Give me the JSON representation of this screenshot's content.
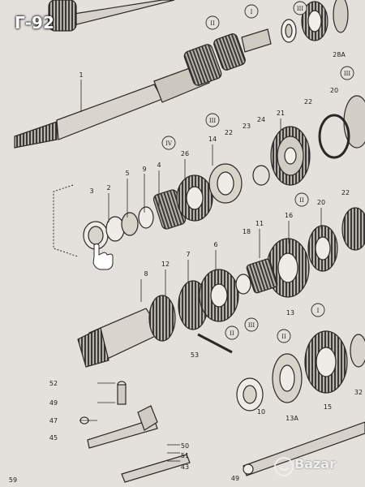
{
  "badge": {
    "label": "Г-92",
    "color": "#ffffff"
  },
  "watermark": {
    "text": "Bazar"
  },
  "callouts": [
    {
      "id": "c-1",
      "text": "1"
    },
    {
      "id": "c-2",
      "text": "2"
    },
    {
      "id": "c-3",
      "text": "3"
    },
    {
      "id": "c-4",
      "text": "4"
    },
    {
      "id": "c-5",
      "text": "5"
    },
    {
      "id": "c-9",
      "text": "9"
    },
    {
      "id": "c-6",
      "text": "6"
    },
    {
      "id": "c-7",
      "text": "7"
    },
    {
      "id": "c-8",
      "text": "8"
    },
    {
      "id": "c-10",
      "text": "10"
    },
    {
      "id": "c-11",
      "text": "11"
    },
    {
      "id": "c-12",
      "text": "12"
    },
    {
      "id": "c-13",
      "text": "13"
    },
    {
      "id": "c-13a",
      "text": "13A"
    },
    {
      "id": "c-14",
      "text": "14"
    },
    {
      "id": "c-15",
      "text": "15"
    },
    {
      "id": "c-16",
      "text": "16"
    },
    {
      "id": "c-18",
      "text": "18"
    },
    {
      "id": "c-20a",
      "text": "20"
    },
    {
      "id": "c-20b",
      "text": "20"
    },
    {
      "id": "c-21",
      "text": "21"
    },
    {
      "id": "c-22a",
      "text": "22"
    },
    {
      "id": "c-22b",
      "text": "22"
    },
    {
      "id": "c-22c",
      "text": "22"
    },
    {
      "id": "c-23",
      "text": "23"
    },
    {
      "id": "c-24",
      "text": "24"
    },
    {
      "id": "c-26",
      "text": "26"
    },
    {
      "id": "c-28a",
      "text": "28A"
    },
    {
      "id": "c-32",
      "text": "32"
    },
    {
      "id": "c-43",
      "text": "43"
    },
    {
      "id": "c-45",
      "text": "45"
    },
    {
      "id": "c-47",
      "text": "47"
    },
    {
      "id": "c-49a",
      "text": "49"
    },
    {
      "id": "c-49b",
      "text": "49"
    },
    {
      "id": "c-50",
      "text": "50"
    },
    {
      "id": "c-51",
      "text": "51"
    },
    {
      "id": "c-52",
      "text": "52"
    },
    {
      "id": "c-53",
      "text": "53"
    },
    {
      "id": "c-59",
      "text": "59"
    }
  ],
  "roman_marks": [
    {
      "id": "r-t1",
      "text": "II"
    },
    {
      "id": "r-t2",
      "text": "I"
    },
    {
      "id": "r-t3",
      "text": "III"
    },
    {
      "id": "r-r1",
      "text": "III"
    },
    {
      "id": "r-m1",
      "text": "IV"
    },
    {
      "id": "r-m2",
      "text": "III"
    },
    {
      "id": "r-m3",
      "text": "II"
    },
    {
      "id": "r-g1",
      "text": "I"
    },
    {
      "id": "r-b1",
      "text": "II"
    },
    {
      "id": "r-b2",
      "text": "III"
    },
    {
      "id": "r-b3",
      "text": "II"
    }
  ]
}
